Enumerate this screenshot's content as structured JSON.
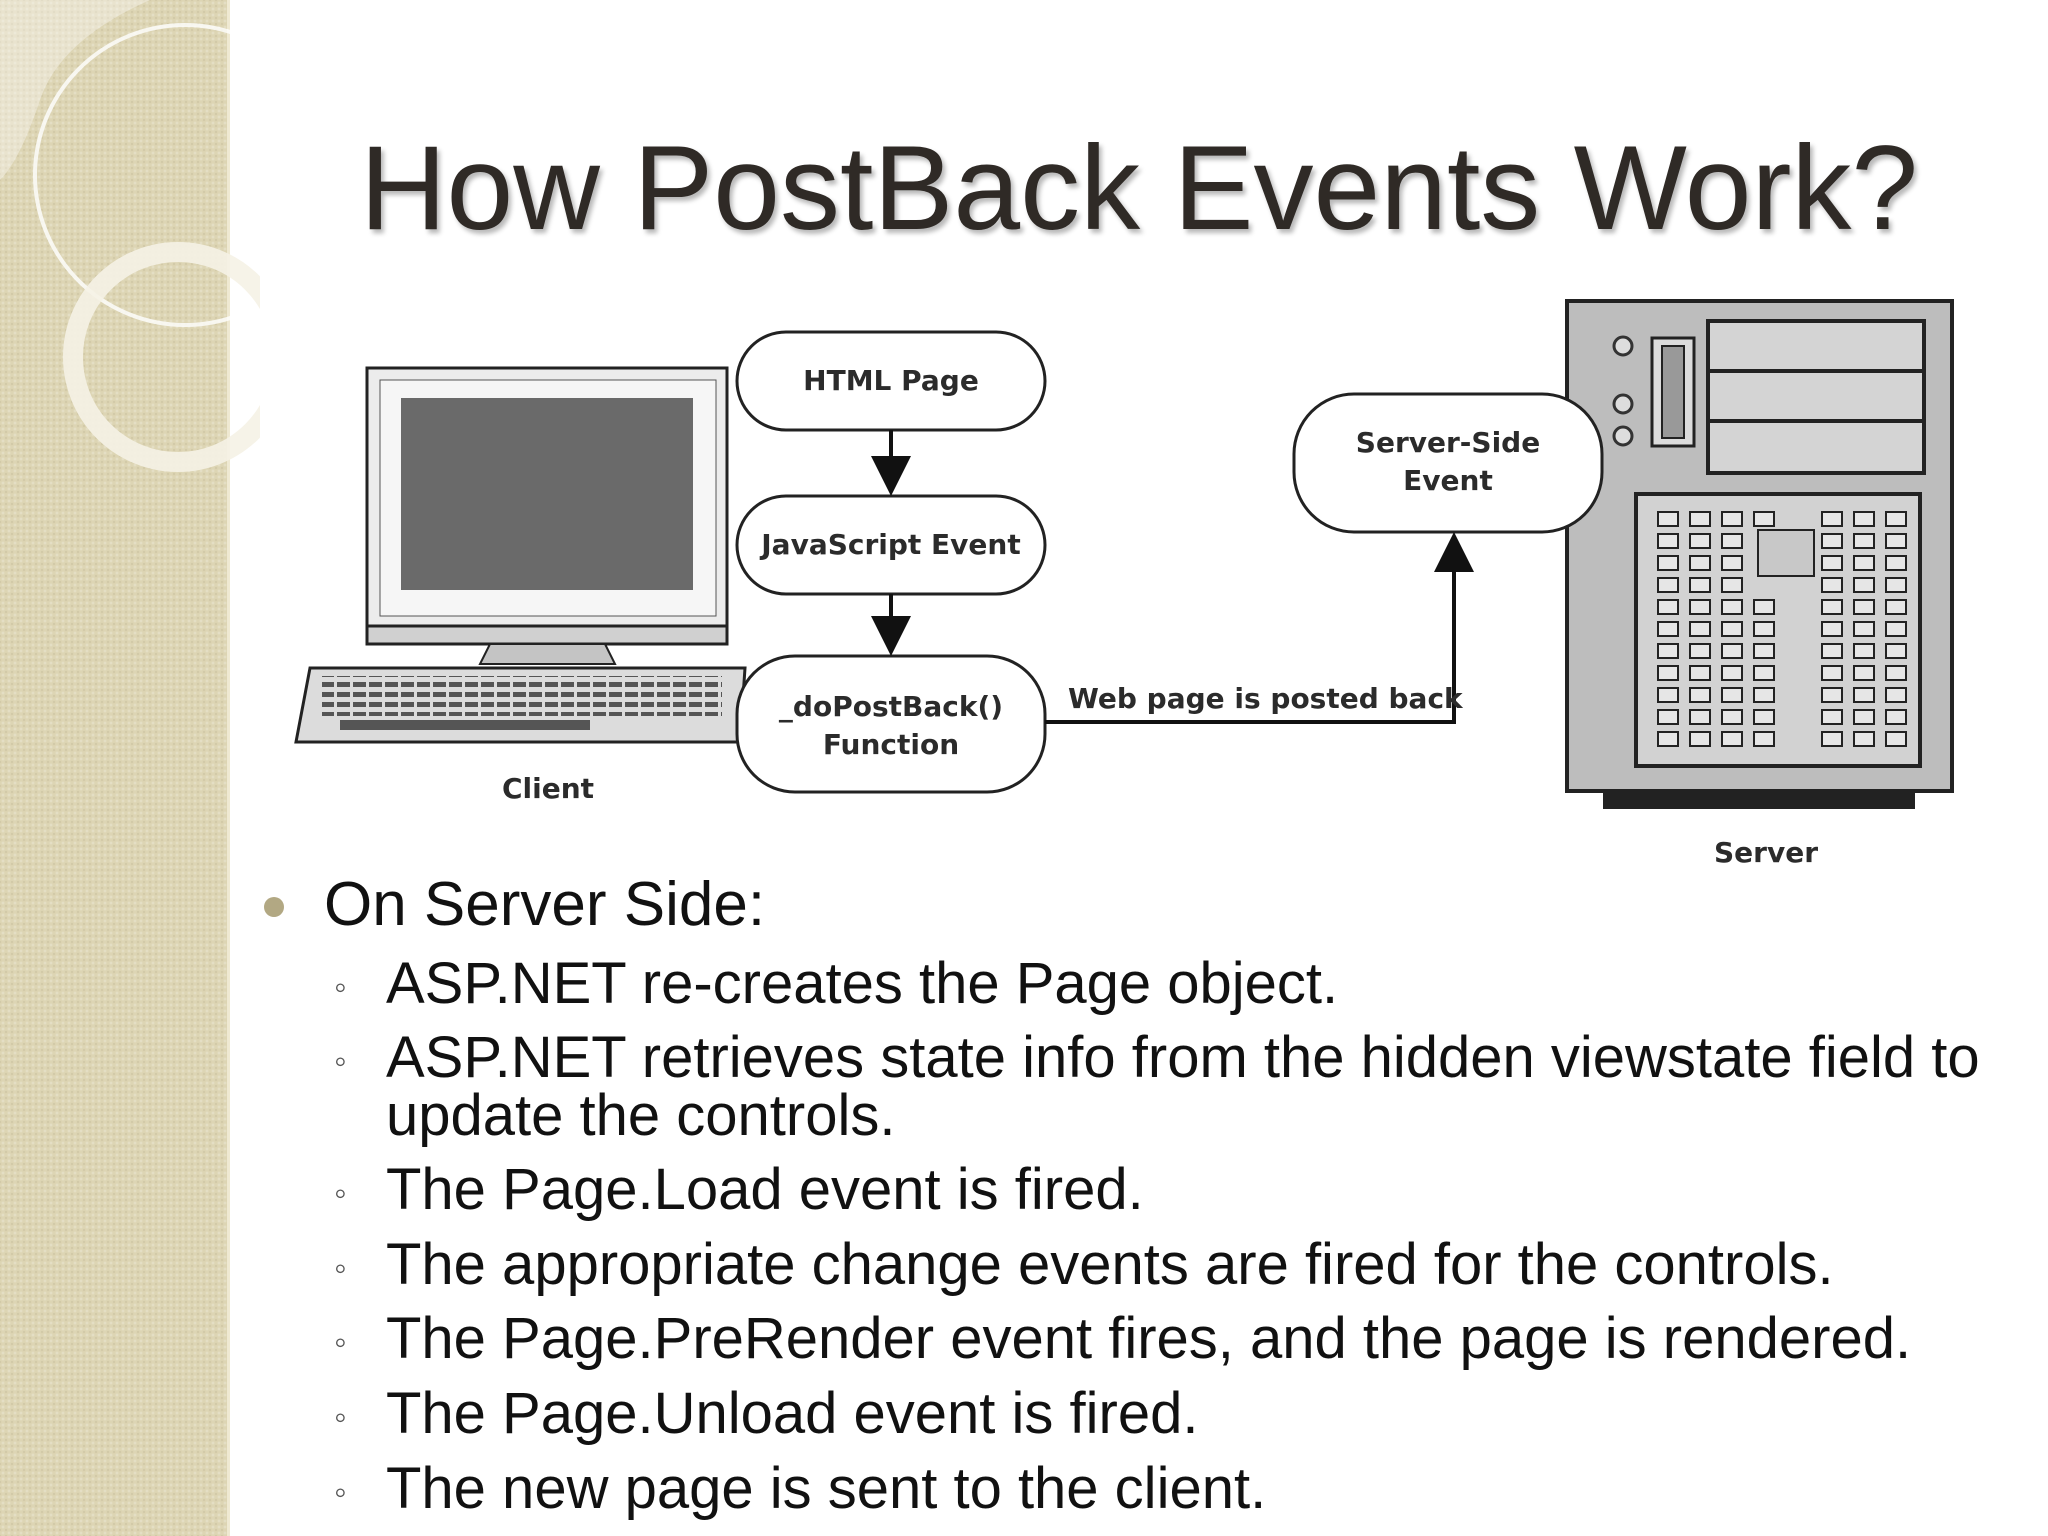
{
  "slide": {
    "title": "How PostBack Events Work?",
    "diagram": {
      "html_page": "HTML Page",
      "javascript_event": "JavaScript Event",
      "dopostback_line1": "_doPostBack()",
      "dopostback_line2": "Function",
      "server_event_line1": "Server-Side",
      "server_event_line2": "Event",
      "arrow_label": "Web page is posted back",
      "client_label": "Client",
      "server_label": "Server"
    },
    "bullets": {
      "heading": "On Server Side:",
      "items": [
        "ASP.NET re-creates the Page object.",
        "ASP.NET retrieves state info from the hidden viewstate field to",
        "update the controls.",
        "The Page.Load event is fired.",
        "The appropriate change events are fired for the controls.",
        "The Page.PreRender event fires, and the page is rendered.",
        "The Page.Unload event is fired.",
        "The new page is sent to the client."
      ]
    },
    "colors": {
      "panel": "#ddd5b4",
      "bullet": "#b2a883",
      "title": "#2f2a26"
    }
  }
}
